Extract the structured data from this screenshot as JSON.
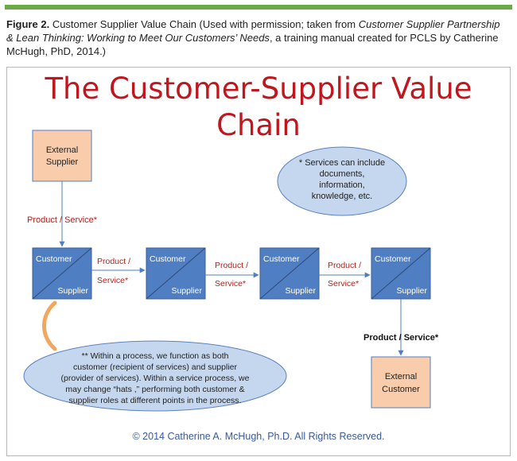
{
  "caption": {
    "figure_label": "Figure 2.",
    "line1": "Customer Supplier Value Chain (Used with permission; taken from",
    "italic1": "Customer Supplier Partnership",
    "italic2": "& Lean Thinking: Working to Meet Our Customers’ Needs",
    "line2b": ", a training manual created for PCLS by Catherine",
    "line3": "McHugh, PhD, 2014.)"
  },
  "diagram": {
    "title": "The Customer-Supplier Value Chain",
    "external_supplier": [
      "External",
      "Supplier"
    ],
    "external_customer": [
      "External",
      "Customer"
    ],
    "box_customer": "Customer",
    "box_supplier": "Supplier",
    "flow_product": "Product /",
    "flow_service": "Service*",
    "top_flow": "Product  /   Service*",
    "bottom_flow": "Product  /  Service*",
    "note_services": [
      "* Services can include",
      "documents,",
      "information,",
      "knowledge, etc."
    ],
    "note_hats": [
      "** Within a process, we function as  both",
      "customer (recipient of services) and supplier",
      "(provider of services). Within a service process, we",
      "may change “hats ,” performing both customer &",
      "supplier roles at different  points in the process."
    ],
    "copyright": "© 2014 Catherine A. McHugh, Ph.D.  All Rights Reserved."
  },
  "colors": {
    "accent_green": "#6aab45",
    "title_red": "#c0161d",
    "box_blue": "#4f7fc2",
    "box_stroke": "#3a5f96",
    "ext_fill": "#f9ccac",
    "ellipse_fill": "#c5d7ee",
    "ellipse_stroke": "#5a82bd",
    "label_red": "#b3211b",
    "callout_orange": "#f0a861"
  }
}
